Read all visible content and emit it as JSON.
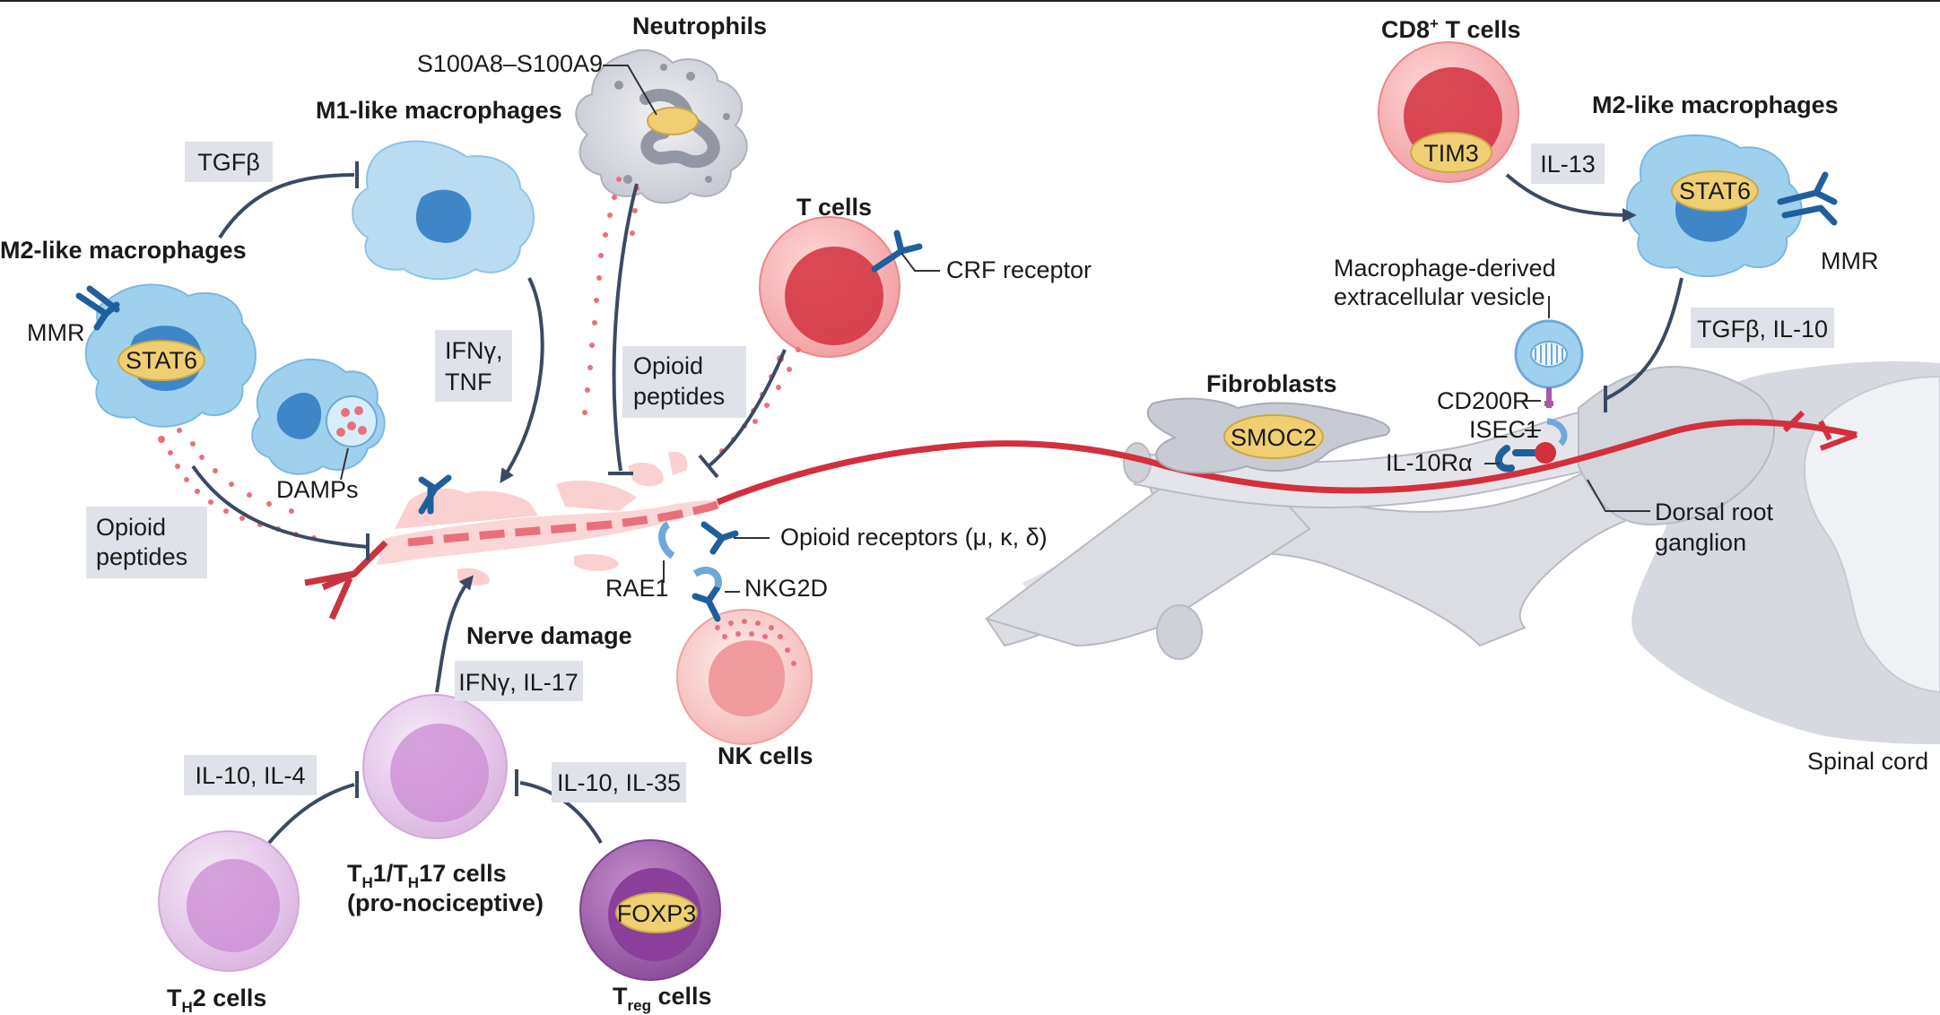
{
  "labels": {
    "neutrophils": "Neutrophils",
    "s100": "S100A8–S100A9",
    "m1": "M1-like macrophages",
    "tgfb_left": "TGFβ",
    "m2_left": "M2-like macrophages",
    "mmr_left": "MMR",
    "stat6_left": "STAT6",
    "damps": "DAMPs",
    "ifn_tnf_1": "IFNγ,",
    "ifn_tnf_2": "TNF",
    "opioid_left_1": "Opioid",
    "opioid_left_2": "peptides",
    "opioid_mid_1": "Opioid",
    "opioid_mid_2": "peptides",
    "tcells": "T cells",
    "crf": "CRF receptor",
    "opioid_receptors": "Opioid receptors (μ, κ, δ)",
    "rae1": "RAE1",
    "nkg2d": "NKG2D",
    "nerve_damage": "Nerve damage",
    "ifn_il17": "IFNγ, IL-17",
    "il10_il4": "IL-10, IL-4",
    "il10_il35": "IL-10, IL-35",
    "nk": "NK cells",
    "th1_main": "T",
    "th1_sub": "H",
    "th1_mid": "1/T",
    "th1_sub2": "H",
    "th1_end": "17 cells",
    "th1_line2": "(pro-nociceptive)",
    "th2_main": "T",
    "th2_sub": "H",
    "th2_end": "2 cells",
    "treg_main": "T",
    "treg_sub": "reg",
    "treg_end": " cells",
    "foxp3": "FOXP3",
    "cd8_main": "CD8",
    "cd8_sup": "+",
    "cd8_end": " T cells",
    "tim3": "TIM3",
    "il13": "IL-13",
    "m2_right": "M2-like macrophages",
    "stat6_right": "STAT6",
    "mmr_right": "MMR",
    "ev_1": "Macrophage-derived",
    "ev_2": "extracellular vesicle",
    "tgfb_il10": "TGFβ, IL-10",
    "fibroblasts": "Fibroblasts",
    "smoc2": "SMOC2",
    "cd200r": "CD200R",
    "isec1": "ISEC1",
    "il10ra": "IL-10Rα",
    "drg_1": "Dorsal root",
    "drg_2": "ganglion",
    "spinal": "Spinal cord"
  },
  "colors": {
    "macrophage": "#9fd0ee",
    "nucleus_blue": "#3f86c8",
    "receptor_blue": "#1f5f9c",
    "tcell_red": "#e5585e",
    "nerve_red": "#d2303d",
    "lilac": "#d9b2de",
    "treg_purple": "#9a5aa8",
    "yellow_tag": "#f0cf72",
    "label_box": "#dfe2e8",
    "arrow": "#3b4a63",
    "nerve_gray": "#dcdde3"
  }
}
